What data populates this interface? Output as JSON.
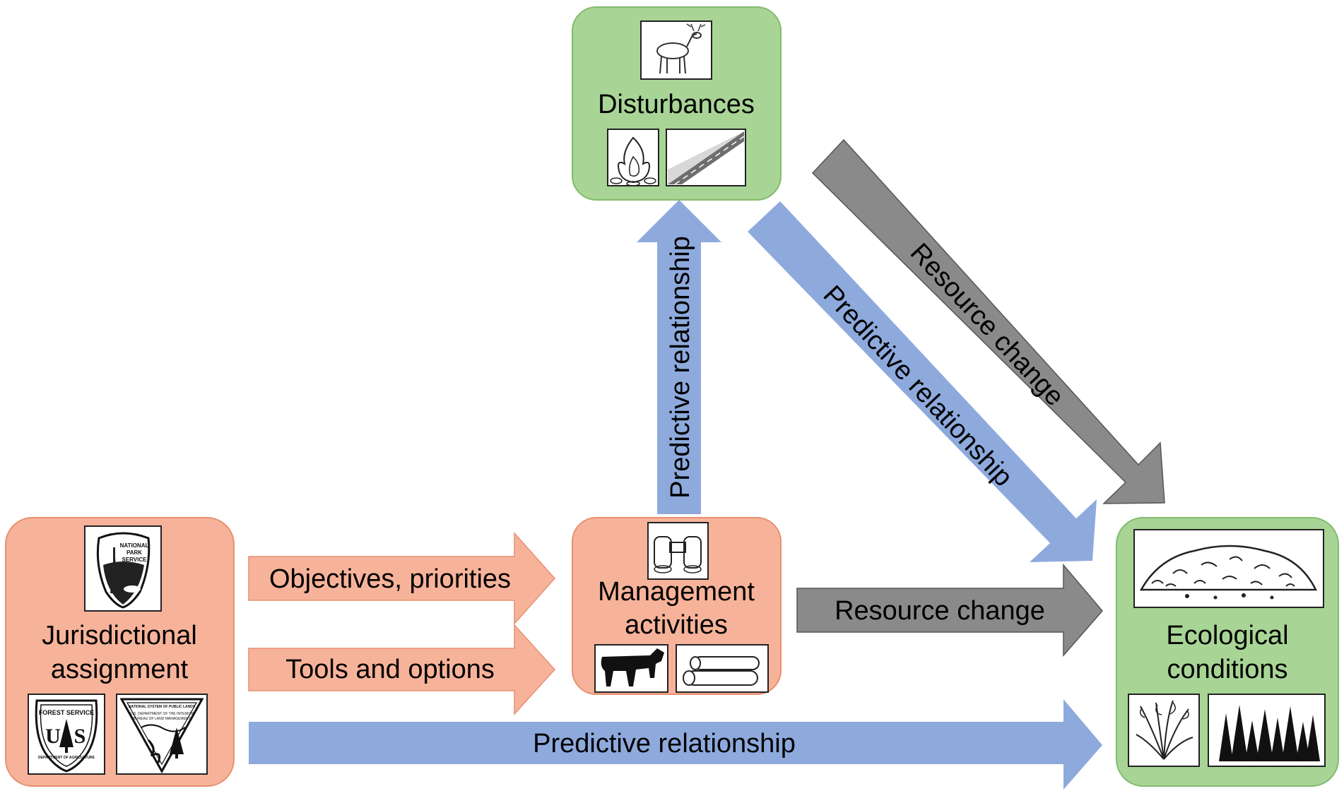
{
  "colors": {
    "orange_fill": "#f7b39a",
    "orange_stroke": "#e8906f",
    "green_fill": "#a8d596",
    "green_stroke": "#82bb6d",
    "blue_arrow": "#8eaadd",
    "gray_arrow": "#8a8a8a"
  },
  "nodes": {
    "jurisdictional": {
      "line1": "Jurisdictional",
      "line2": "assignment"
    },
    "management": {
      "line1": "Management",
      "line2": "activities"
    },
    "disturbances": {
      "label": "Disturbances"
    },
    "ecological": {
      "line1": "Ecological",
      "line2": "conditions"
    }
  },
  "logos": {
    "nps": {
      "line1": "NATIONAL",
      "line2": "PARK",
      "line3": "SERVICE"
    },
    "usfs": {
      "arc": "FOREST SERVICE",
      "initials_left": "U",
      "initials_right": "S",
      "bottom": "DEPARTMENT OF AGRICULTURE"
    },
    "blm": {
      "top": "NATIONAL SYSTEM OF PUBLIC LANDS",
      "line1": "U.S. DEPARTMENT OF THE INTERIOR",
      "line2": "BUREAU OF LAND MANAGEMENT"
    }
  },
  "icons": {
    "nps_logo": "nps-arrowhead-logo",
    "usfs_logo": "forest-service-shield-logo",
    "blm_logo": "blm-triangle-logo",
    "deer": "deer-icon",
    "fire": "campfire-icon",
    "road": "road-icon",
    "binoculars": "binoculars-icon",
    "cow": "cow-icon",
    "logs": "logs-icon",
    "rock_pile": "rock-pile-icon",
    "shrub": "shrub-icon",
    "forest": "conifer-forest-icon"
  },
  "arrows": {
    "objectives": "Objectives, priorities",
    "tools": "Tools and options",
    "resource_change_horizontal": "Resource change",
    "predictive_bottom": "Predictive relationship",
    "predictive_vertical": "Predictive relationship",
    "predictive_diagonal": "Predictive relationship",
    "resource_change_diagonal": "Resource change"
  }
}
